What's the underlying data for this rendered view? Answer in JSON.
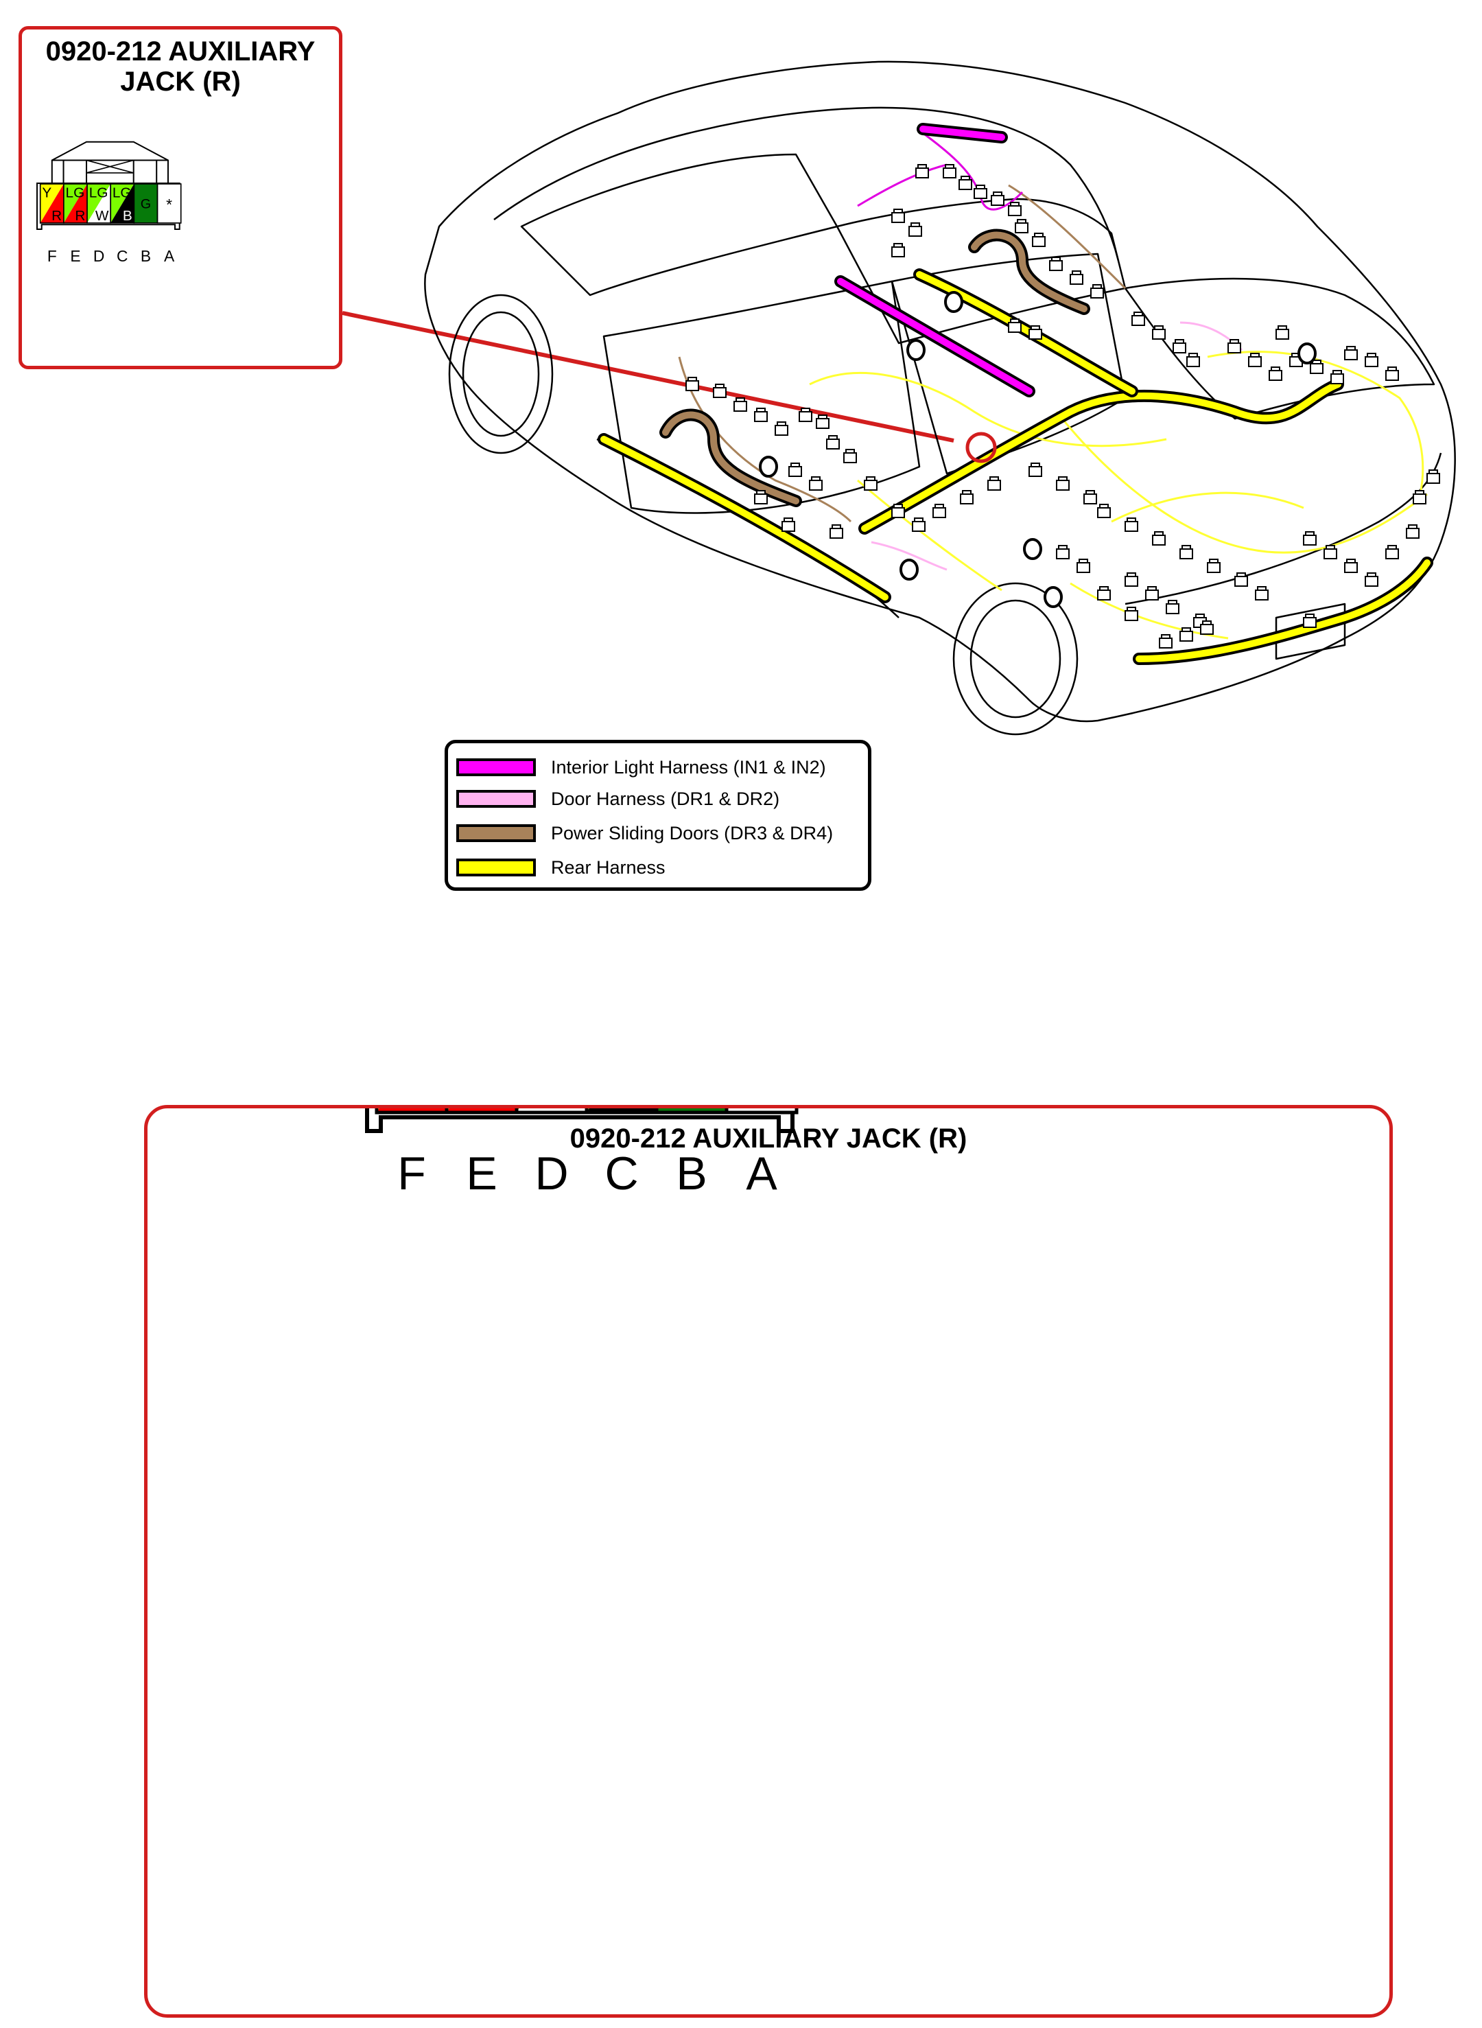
{
  "connector": {
    "title": "0920-212 AUXILIARY JACK (R)",
    "inset_title_line1": "0920-212 AUXILIARY",
    "inset_title_line2": "JACK (R)",
    "pins": [
      {
        "pin": "F",
        "top": "Y",
        "bottom": "R",
        "top_color": "#ffff00",
        "bottom_color": "#ff0000"
      },
      {
        "pin": "E",
        "top": "LG",
        "bottom": "R",
        "top_color": "#7cfc00",
        "bottom_color": "#ff0000"
      },
      {
        "pin": "D",
        "top": "LG",
        "bottom": "W",
        "top_color": "#7cfc00",
        "bottom_color": "#ffffff"
      },
      {
        "pin": "C",
        "top": "LG",
        "bottom": "B",
        "top_color": "#7cfc00",
        "bottom_color": "#000000"
      },
      {
        "pin": "B",
        "top": "G",
        "bottom": "",
        "top_color": "#067a0a",
        "bottom_color": "#067a0a"
      },
      {
        "pin": "A",
        "top": "*",
        "bottom": "",
        "top_color": "#ffffff",
        "bottom_color": "#ffffff"
      }
    ]
  },
  "legend": {
    "items": [
      {
        "label": "Interior Light Harness (IN1 & IN2)",
        "color": "#ff00ff"
      },
      {
        "label": "Door Harness (DR1 & DR2)",
        "color": "#ffb3f0"
      },
      {
        "label": "Power Sliding Doors (DR3 & DR4)",
        "color": "#a8825a"
      },
      {
        "label": "Rear Harness",
        "color": "#ffff00"
      }
    ]
  },
  "colors": {
    "accent_red": "#d21e1e",
    "outline": "#000000"
  }
}
